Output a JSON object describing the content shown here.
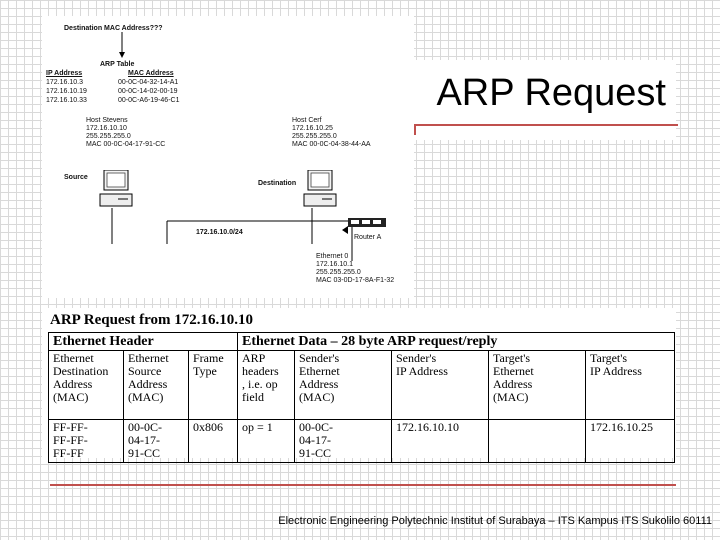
{
  "slide": {
    "title": "ARP Request",
    "footer": "Electronic Engineering Polytechnic Institut of Surabaya – ITS Kampus ITS Sukolilo 60111"
  },
  "diagram": {
    "question": "Destination MAC Address???",
    "arp_table_title": "ARP Table",
    "arp_table_headers": [
      "IP Address",
      "MAC Address"
    ],
    "arp_table_rows": [
      [
        "172.16.10.3",
        "00-0C-04-32-14-A1"
      ],
      [
        "172.16.10.19",
        "00-0C-14-02-00-19"
      ],
      [
        "172.16.10.33",
        "00-0C-A6-19-46-C1"
      ]
    ],
    "source_host": "Host Stevens\n172.16.10.10\n255.255.255.0\nMAC 00-0C-04-17-91-CC",
    "dest_host": "Host Cerf\n172.16.10.25\n255.255.255.0\nMAC 00-0C-04-38-44-AA",
    "source_label": "Source",
    "dest_label": "Destination",
    "network_label": "172.16.10.0/24",
    "router_label": "Router A",
    "router_info": "Ethernet 0\n172.16.10.1\n255.255.255.0\nMAC 03-0D-17-8A-F1-32"
  },
  "table": {
    "title": "ARP Request from 172.16.10.10",
    "group_headers": [
      "Ethernet Header",
      "Ethernet Data – 28 byte ARP request/reply"
    ],
    "columns": [
      "Ethernet\nDestination\nAddress\n(MAC)",
      "Ethernet\nSource\nAddress\n(MAC)",
      "Frame\nType",
      "ARP\nheaders\n, i.e. op\nfield",
      "Sender's\nEthernet\nAddress\n(MAC)",
      "Sender's\nIP Address",
      "Target's\nEthernet\nAddress\n(MAC)",
      "Target's\nIP Address"
    ],
    "values": [
      "FF-FF-\nFF-FF-\nFF-FF",
      "00-0C-\n04-17-\n91-CC",
      "0x806",
      "op = 1",
      "00-0C-\n04-17-\n91-CC",
      "172.16.10.10",
      "",
      "172.16.10.25"
    ]
  }
}
